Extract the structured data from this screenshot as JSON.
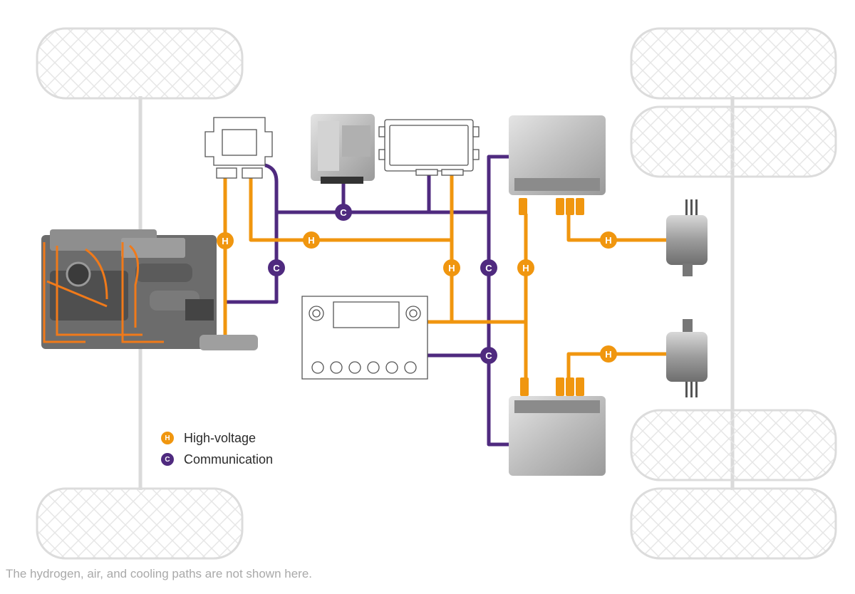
{
  "legend": {
    "items": [
      {
        "badge": "H",
        "label": "High-voltage",
        "color": "#f0960f"
      },
      {
        "badge": "C",
        "label": "Communication",
        "color": "#4f2a7f"
      }
    ]
  },
  "line_badges": {
    "high_voltage": "H",
    "communication": "C"
  },
  "footnote": "The hydrogen, air, and cooling paths are not shown here.",
  "colors": {
    "high_voltage": "#f0960f",
    "communication": "#4f2a7f",
    "chassis": "#d9d9d9",
    "outline": "#555555",
    "metal": "#c9c9c9"
  },
  "icons": [
    "fuel-cell-module-icon",
    "dc-dc-converter-icon",
    "control-unit-icon",
    "power-distribution-icon",
    "inverter-icon",
    "battery-icon",
    "electric-motor-icon",
    "wheel-icon"
  ]
}
